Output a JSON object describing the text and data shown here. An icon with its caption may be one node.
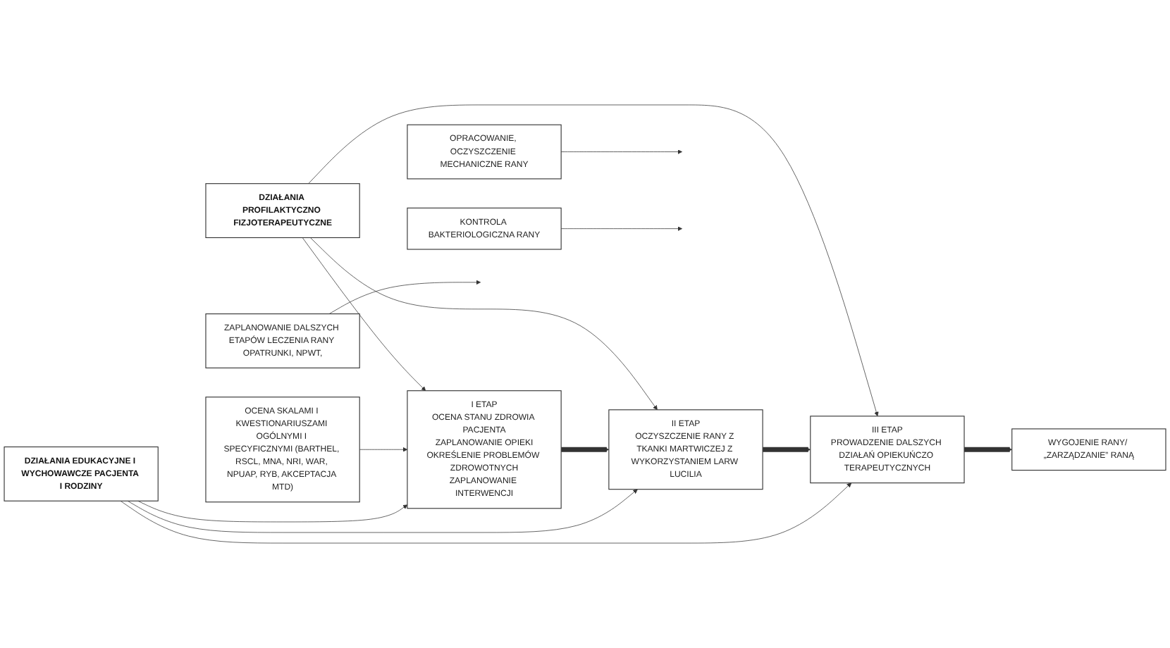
{
  "diagram": {
    "nodes": [
      {
        "text": [
          "DZIAŁANIA EDUKACYJNE I WYCHOWAWCZE PACJENTA I RODZINY"
        ]
      },
      {
        "text": [
          "OCENA SKALAMI I KWESTIONARIUSZAMI OGÓLNYMI I SPECYFICZNYMI (BARTHEL, RSCL, MNA, NRI, WAR, NPUAP, RYB, AKCEPTACJA MTD)"
        ]
      },
      {
        "text": [
          "ZAPLANOWANIE DALSZYCH ETAPÓW LECZENIA RANY OPATRUNKI, NPWT,"
        ]
      },
      {
        "text": [
          "I ETAP",
          "OCENA STANU ZDROWIA PACJENTA",
          "ZAPLANOWANIE OPIEKI",
          "OKREŚLENIE PROBLEMÓW ZDROWOTNYCH",
          "ZAPLANOWANIE INTERWENCJI"
        ]
      },
      {
        "text": [
          "II ETAP",
          "OCZYSZCZENIE RANY Z TKANKI MARTWICZEJ Z WYKORZYSTANIEM LARW LUCILIA"
        ]
      },
      {
        "text": [
          "III ETAP",
          "PROWADZENIE DALSZYCH DZIAŁAŃ OPIEKUŃCZO TERAPEUTYCZNYCH"
        ]
      },
      {
        "text": [
          "WYGOJENIE RANY/ „ZARZĄDZANIE” RANĄ"
        ]
      },
      {
        "text": [
          "OPRACOWANIE, OCZYSZCZENIE MECHANICZNE RANY"
        ]
      },
      {
        "text": [
          "KONTROLA BAKTERIOLOGICZNA RANY"
        ]
      },
      {
        "text": [
          "DZIAŁANIA PROFILAKTYCZNO FIZJOTERAPEUTYCZNE"
        ]
      }
    ],
    "edges": [
      {
        "from": 0,
        "to": 3,
        "arrow": "to"
      },
      {
        "from": 0,
        "to": 4,
        "arrow": "to"
      },
      {
        "from": 0,
        "to": 5,
        "arrow": "to"
      },
      {
        "from": 1,
        "to": 3,
        "arrow": "to"
      },
      {
        "from": 2,
        "to": null,
        "arrow": "to"
      },
      {
        "from": 3,
        "to": 4,
        "arrow": "to",
        "style": "thick"
      },
      {
        "from": 4,
        "to": 5,
        "arrow": "to",
        "style": "thick"
      },
      {
        "from": 5,
        "to": 6,
        "arrow": "to",
        "style": "thick"
      },
      {
        "from": 7,
        "to": null,
        "arrow": "to"
      },
      {
        "from": 8,
        "to": null,
        "arrow": "to"
      },
      {
        "from": 9,
        "to": 3,
        "arrow": "to"
      },
      {
        "from": 9,
        "to": 4,
        "arrow": "to"
      },
      {
        "from": 9,
        "to": 5,
        "arrow": "to"
      }
    ]
  }
}
